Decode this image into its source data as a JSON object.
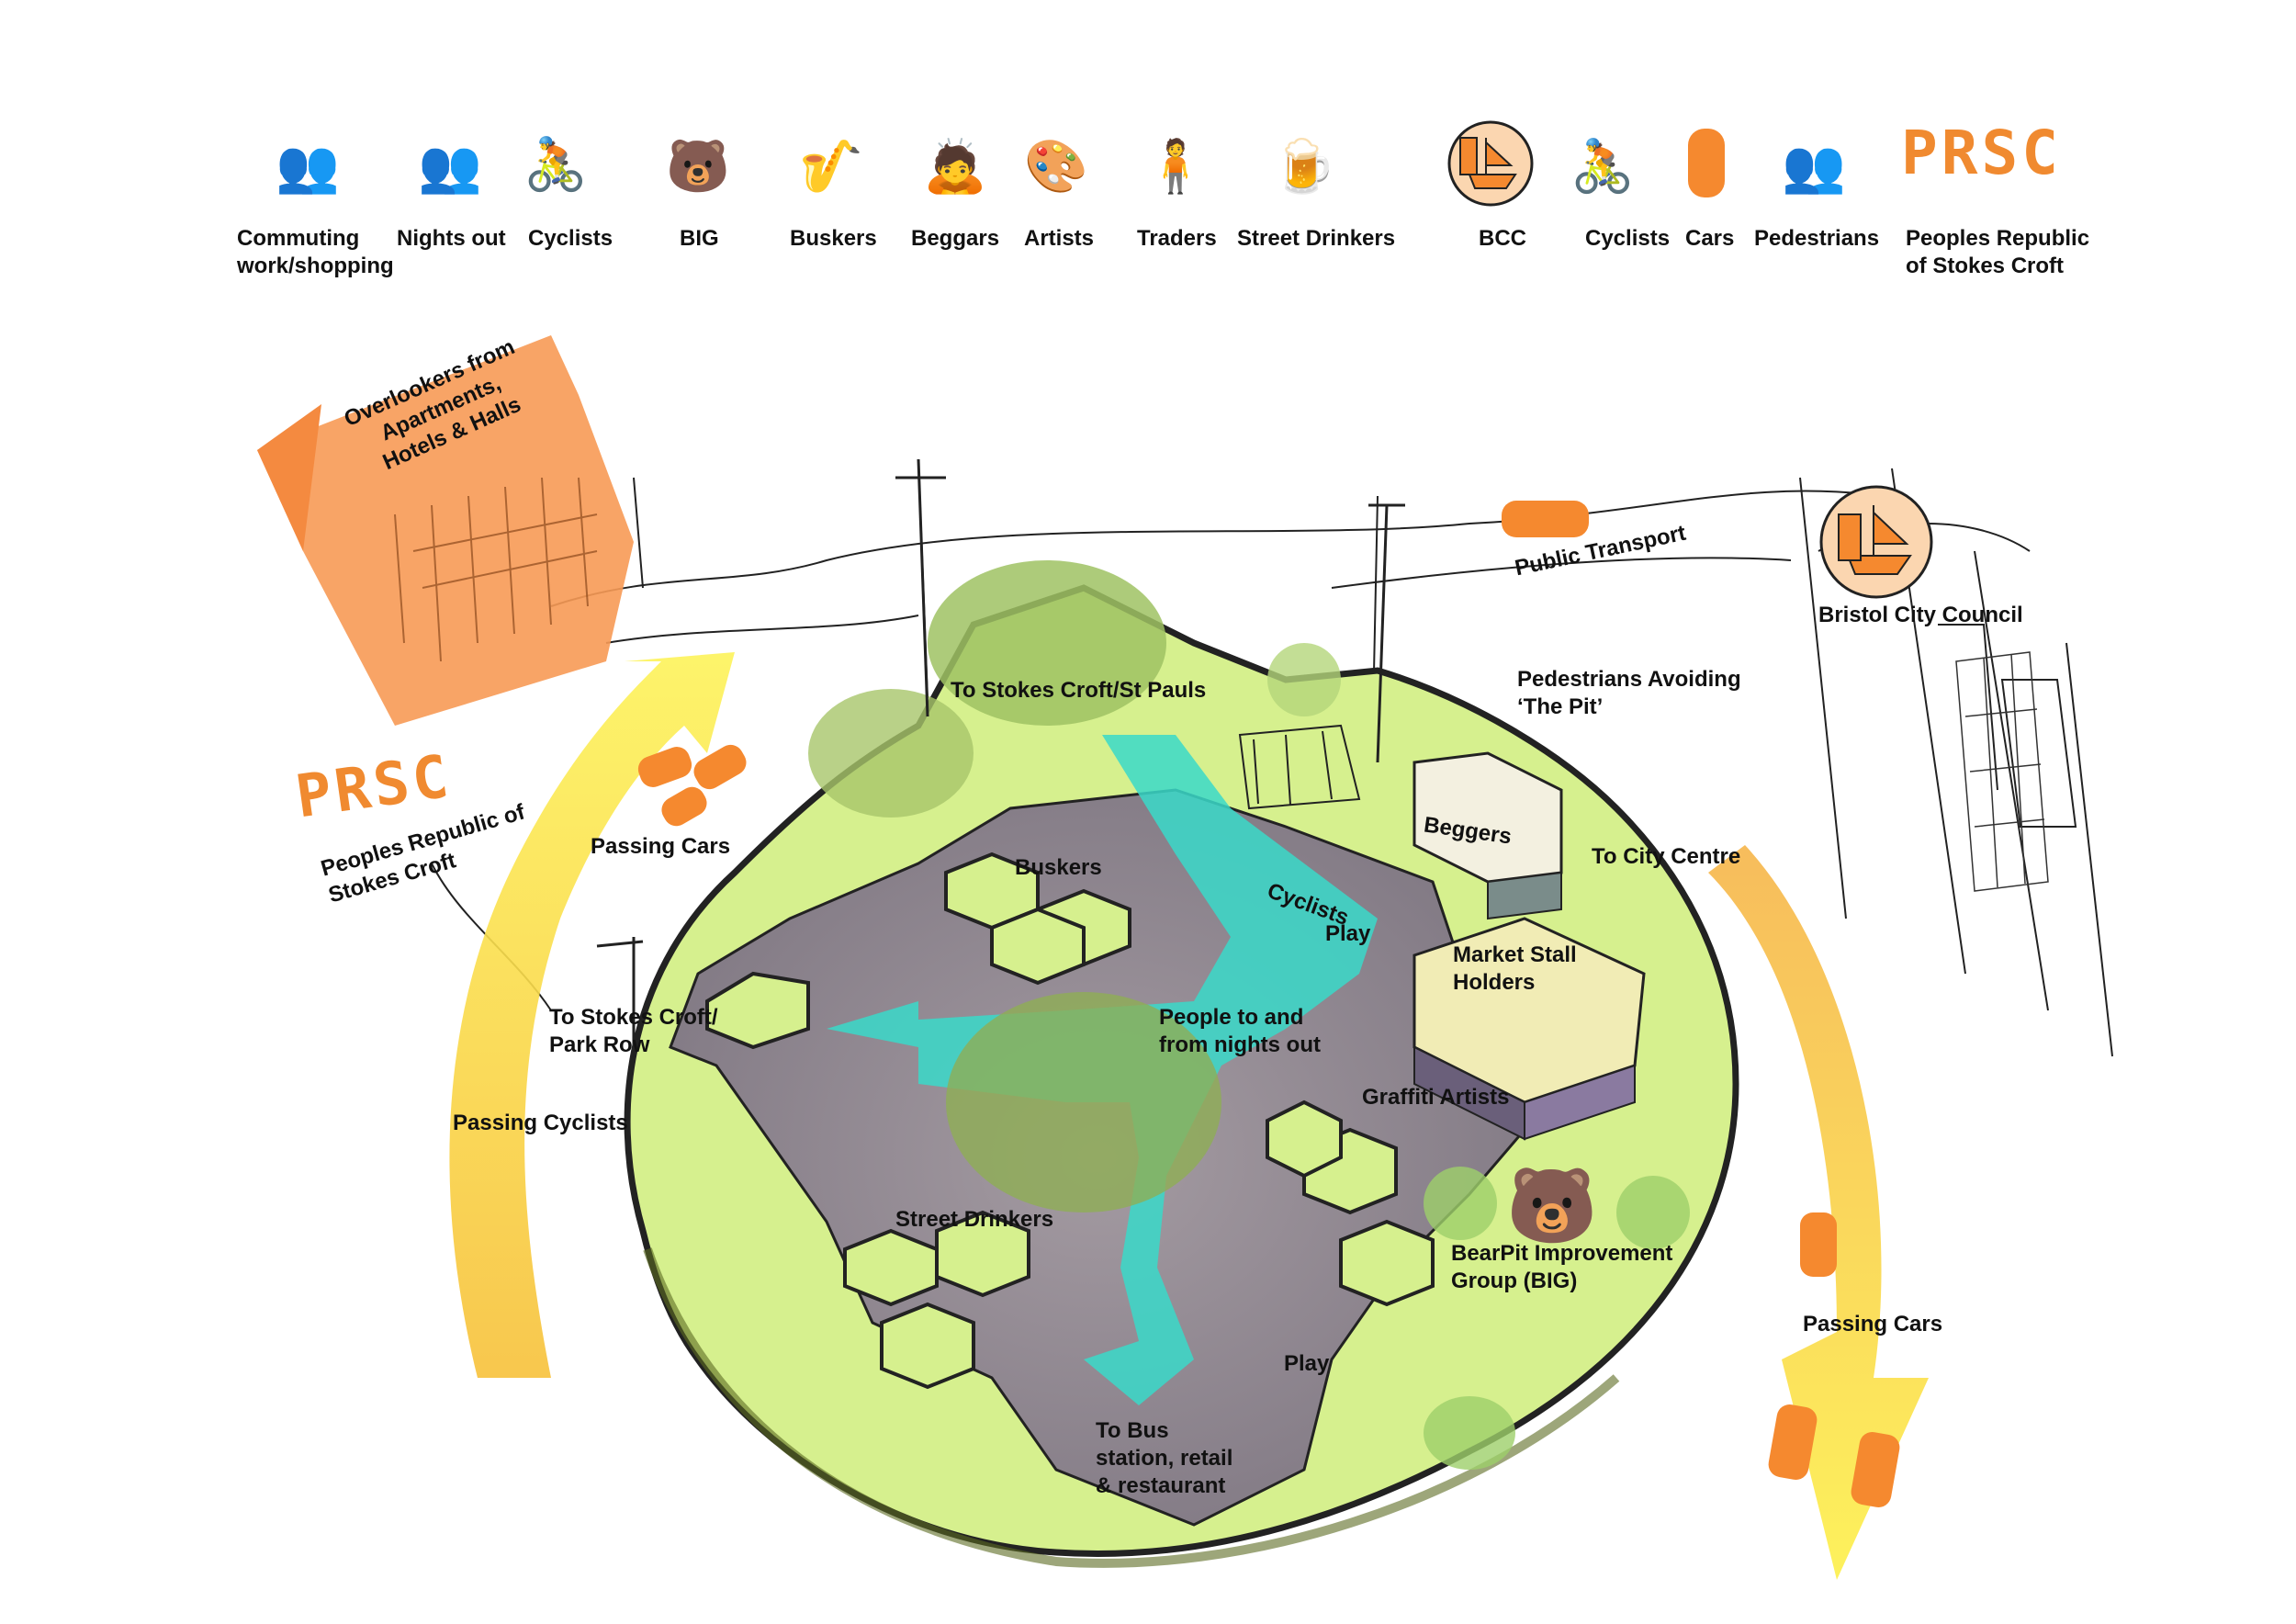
{
  "legend": {
    "blue": [
      {
        "label": "Commuting\nwork/shopping",
        "icon": "walking-pair-icon"
      },
      {
        "label": "Nights out",
        "icon": "walking-pair-icon"
      },
      {
        "label": "Cyclists",
        "icon": "cyclist-icon"
      }
    ],
    "red": [
      {
        "label": "BIG",
        "icon": "bear-icon"
      },
      {
        "label": "Buskers",
        "icon": "musicians-icon"
      },
      {
        "label": "Beggars",
        "icon": "beggar-icon"
      },
      {
        "label": "Artists",
        "icon": "artist-icon"
      },
      {
        "label": "Traders",
        "icon": "trader-icon"
      },
      {
        "label": "Street Drinkers",
        "icon": "drinkers-icon"
      }
    ],
    "orange": [
      {
        "label": "BCC",
        "icon": "city-crest-icon"
      },
      {
        "label": "Cyclists",
        "icon": "cyclist-icon"
      },
      {
        "label": "Cars",
        "icon": "car-icon"
      },
      {
        "label": "Pedestrians",
        "icon": "walking-pair-icon"
      },
      {
        "label": "Peoples Republic\nof Stokes Croft",
        "icon": "prsc-logo"
      }
    ]
  },
  "logo_text": "PRSC",
  "labels": {
    "overlookers": "Overlookers from\nApartments,\nHotels & Halls",
    "prsc_name": "Peoples Republic of\nStokes Croft",
    "passing_cars_left": "Passing Cars",
    "to_stokes_park_row": "To Stokes Croft/\nPark Row",
    "passing_cyclists": "Passing Cyclists",
    "to_stokes_st_pauls": "To Stokes Croft/St Pauls",
    "public_transport": "Public Transport",
    "pedestrians_avoiding": "Pedestrians Avoiding\n‘The Pit’",
    "bristol_city_council": "Bristol City Council",
    "buskers": "Buskers",
    "beggers": "Beggers",
    "to_city_centre": "To City Centre",
    "cyclists": "Cyclists",
    "play_top": "Play",
    "market_stall_holders": "Market Stall\nHolders",
    "people_nights_out": "People to and\nfrom nights out",
    "graffiti_artists": "Graffiti Artists",
    "street_drinkers": "Street Drinkers",
    "bearpit_big": "BearPit Improvement\nGroup (BIG)",
    "passing_cars_right": "Passing Cars",
    "play_bottom": "Play",
    "to_bus_station": "To Bus\nstation, retail\n& restaurant"
  },
  "colors": {
    "blue": "#1fc3d0",
    "red": "#d8314f",
    "orange": "#f5892f",
    "yellow": "#fce43a",
    "grass": "#d6f08e",
    "pit": "#8f8790",
    "path": "#39d9c9",
    "tree": "#a8c66a"
  }
}
